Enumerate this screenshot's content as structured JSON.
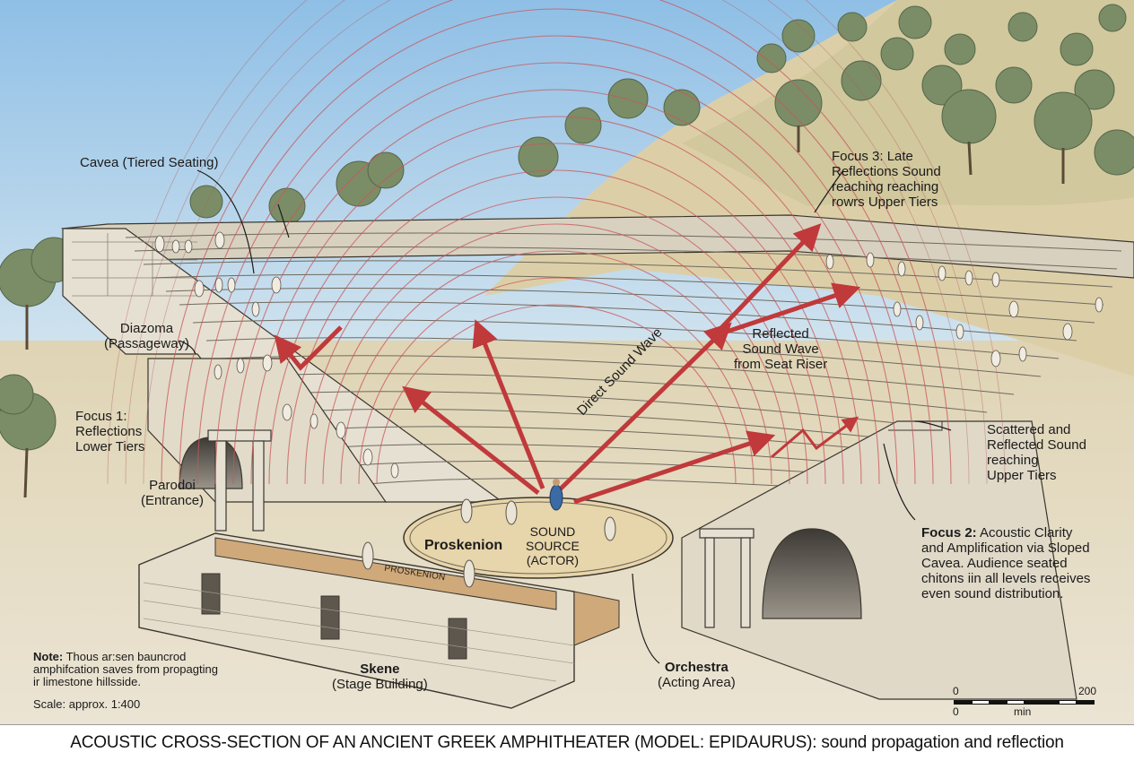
{
  "caption": "ACOUSTIC CROSS-SECTION OF AN ANCIENT GREEK AMPHITHEATER (MODEL: EPIDAURUS): sound propagation and reflection",
  "colors": {
    "sky": "#a9cbe6",
    "hillside": "#d9cda9",
    "stone": "#e3dccb",
    "stone_line": "#8c8474",
    "orchestra": "#e8d6ad",
    "sound_arrow": "#c0393b",
    "wave_line": "#c9575a",
    "tree": "#7d8f6b",
    "background": "#ebe4d4"
  },
  "labels": {
    "cavea": "Cavea (Tiered Seating)",
    "diazoma_line1": "Diazoma",
    "diazoma_line2": "(Passageway)",
    "focus1_title": "Focus 1:",
    "focus1_line1": "Reflections",
    "focus1_line2": "Lower Tiers",
    "parodoi_line1": "Parodoi",
    "parodoi_line2": "(Entrance)",
    "focus3_line1": "Focus 3: Late",
    "focus3_line2": "Reflections Sound",
    "focus3_line3": "reaching reaching",
    "focus3_line4": "rowrs Upper Tiers",
    "reflected_line1": "Reflected",
    "reflected_line2": "Sound Wave",
    "reflected_line3": "from Seat Riser",
    "direct_sound_wave": "Direct Sound Wave",
    "scattered_line1": "Scattered and",
    "scattered_line2": "Reflected Sound",
    "scattered_line3": "reaching",
    "scattered_line4": "Upper Tiers",
    "focus2_title": "Focus 2:",
    "focus2_line1_rest": "Acoustic Clarity",
    "focus2_line2": "and Amplification via Sloped",
    "focus2_line3": "Cavea. Audience seated",
    "focus2_line4": "chitons iin all levels receives",
    "focus2_line5": "even sound distribution.",
    "proskenion": "Proskenion",
    "proskenion_inline": "PROSKENION",
    "sound_source_line1": "SOUND",
    "sound_source_line2": "SOURCE",
    "sound_source_line3": "(ACTOR)",
    "skene_line1": "Skene",
    "skene_line2": "(Stage Building)",
    "orchestra_line1": "Orchestra",
    "orchestra_line2": "(Acting Area)"
  },
  "note": {
    "title": "Note:",
    "line1_rest": "Thous ar:sen bauncrod",
    "line2": "amphifcation saves from propagting",
    "line3": "ir limestone hillsside."
  },
  "scale": {
    "text": "Scale: approx. 1:400",
    "bar_top_left": "0",
    "bar_top_right": "200",
    "bar_bottom_left": "0",
    "bar_bottom_mid": "min"
  }
}
